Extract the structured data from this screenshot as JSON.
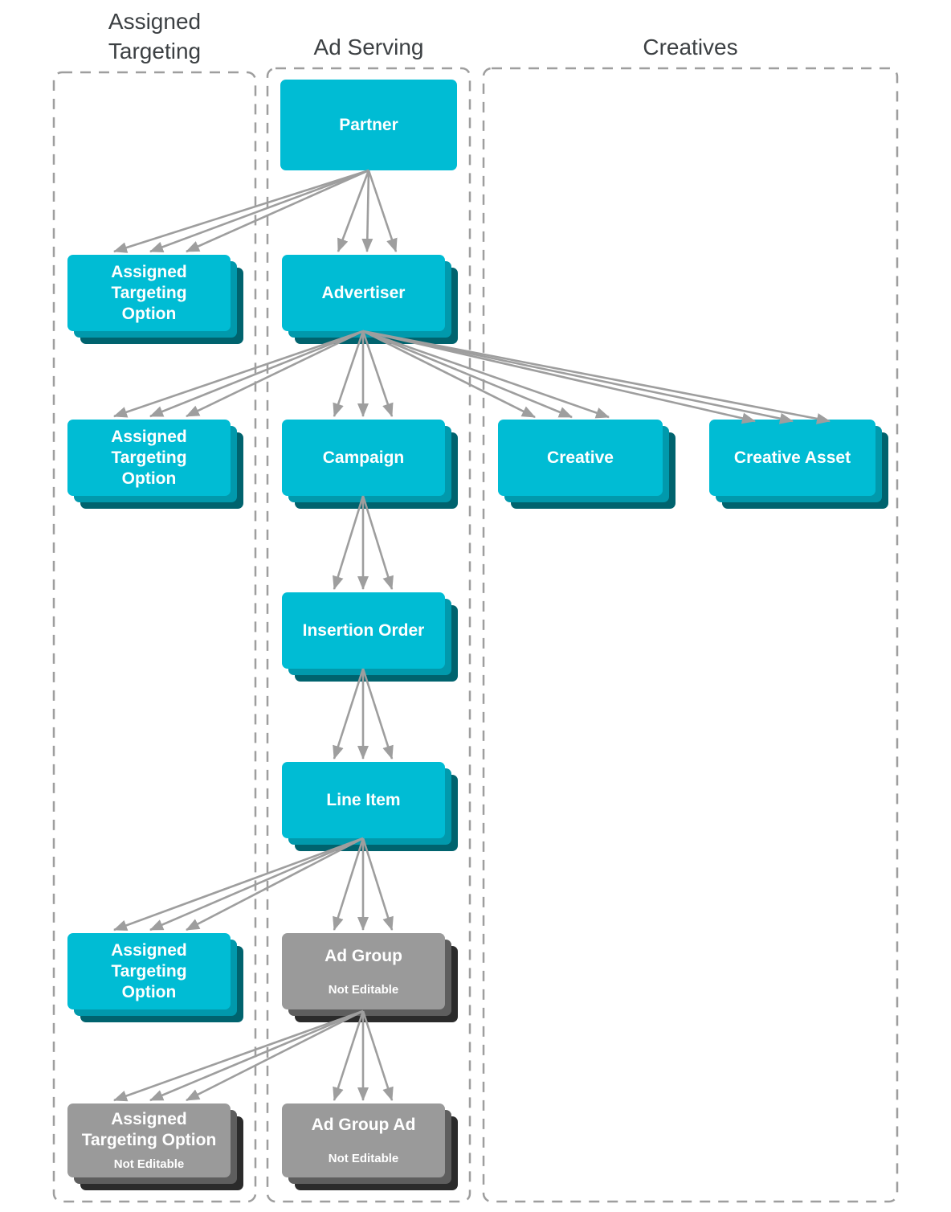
{
  "columns": {
    "assigned_targeting": {
      "title": "Assigned Targeting"
    },
    "ad_serving": {
      "title": "Ad Serving"
    },
    "creatives": {
      "title": "Creatives"
    }
  },
  "nodes": {
    "partner": {
      "label": "Partner",
      "status": "editable"
    },
    "ato1": {
      "lines": [
        "Assigned",
        "Targeting",
        "Option"
      ],
      "status": "editable"
    },
    "advertiser": {
      "label": "Advertiser",
      "status": "editable"
    },
    "ato2": {
      "lines": [
        "Assigned",
        "Targeting",
        "Option"
      ],
      "status": "editable"
    },
    "campaign": {
      "label": "Campaign",
      "status": "editable"
    },
    "creative": {
      "label": "Creative",
      "status": "editable"
    },
    "creative_asset": {
      "label": "Creative Asset",
      "status": "editable"
    },
    "insertion_order": {
      "label": "Insertion Order",
      "status": "editable"
    },
    "line_item": {
      "label": "Line Item",
      "status": "editable"
    },
    "ato3": {
      "lines": [
        "Assigned",
        "Targeting",
        "Option"
      ],
      "status": "editable"
    },
    "ad_group": {
      "label": "Ad Group",
      "sublabel": "Not Editable",
      "status": "not-editable"
    },
    "ato4": {
      "lines": [
        "Assigned",
        "Targeting Option"
      ],
      "sublabel": "Not Editable",
      "status": "not-editable"
    },
    "ad_group_ad": {
      "label": "Ad Group Ad",
      "sublabel": "Not Editable",
      "status": "not-editable"
    }
  },
  "edges": [
    {
      "from": "partner",
      "to": "ato1",
      "cardinality": "one-to-many"
    },
    {
      "from": "partner",
      "to": "advertiser",
      "cardinality": "one-to-many"
    },
    {
      "from": "advertiser",
      "to": "ato2",
      "cardinality": "one-to-many"
    },
    {
      "from": "advertiser",
      "to": "campaign",
      "cardinality": "one-to-many"
    },
    {
      "from": "advertiser",
      "to": "creative",
      "cardinality": "one-to-many"
    },
    {
      "from": "advertiser",
      "to": "creative_asset",
      "cardinality": "one-to-many"
    },
    {
      "from": "campaign",
      "to": "insertion_order",
      "cardinality": "one-to-many"
    },
    {
      "from": "insertion_order",
      "to": "line_item",
      "cardinality": "one-to-many"
    },
    {
      "from": "line_item",
      "to": "ato3",
      "cardinality": "one-to-many"
    },
    {
      "from": "line_item",
      "to": "ad_group",
      "cardinality": "one-to-many"
    },
    {
      "from": "ad_group",
      "to": "ato4",
      "cardinality": "one-to-many"
    },
    {
      "from": "ad_group",
      "to": "ad_group_ad",
      "cardinality": "one-to-many"
    }
  ],
  "colors": {
    "editable_box": "#00BCD4",
    "editable_stack_mid": "#0199AC",
    "editable_stack_dark": "#00636E",
    "not_editable_box": "#9A9A9A",
    "not_editable_stack_mid": "#5E5E5E",
    "not_editable_stack_dark": "#2B2B2B",
    "arrow": "#9E9E9E",
    "container_border": "#9E9E9E",
    "title_text": "#3C4043",
    "box_text": "#FFFFFF"
  }
}
